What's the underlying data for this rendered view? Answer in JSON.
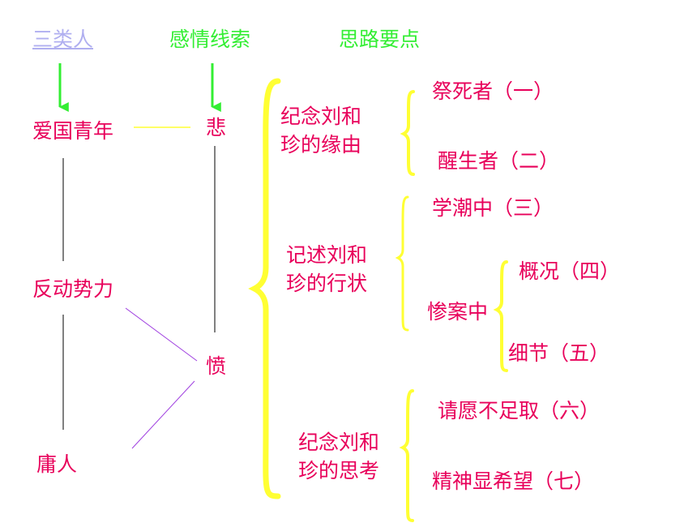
{
  "colors": {
    "magenta": "#e8005a",
    "green": "#33ee33",
    "lavender": "#b0aff0",
    "yellow": "#ffff33",
    "violet": "#a040e0",
    "line": "#000000"
  },
  "headers": {
    "people": "三类人",
    "emotion": "感情线索",
    "thinking": "思路要点"
  },
  "people": {
    "patriotic_youth": "爱国青年",
    "reactionary": "反动势力",
    "mediocre": "庸人"
  },
  "emotions": {
    "grief": "悲",
    "anger": "愤"
  },
  "points": [
    {
      "label": "纪念刘和珍的缘由",
      "items": [
        "祭死者（一）",
        "醒生者（二）"
      ]
    },
    {
      "label": "记述刘和珍的行状",
      "items": [
        "学潮中（三）"
      ],
      "sub": {
        "label": "惨案中",
        "items": [
          "概况（四）",
          "细节（五）"
        ]
      }
    },
    {
      "label": "纪念刘和珍的思考",
      "items": [
        "请愿不足取（六）",
        "精神显希望（七）"
      ]
    }
  ]
}
